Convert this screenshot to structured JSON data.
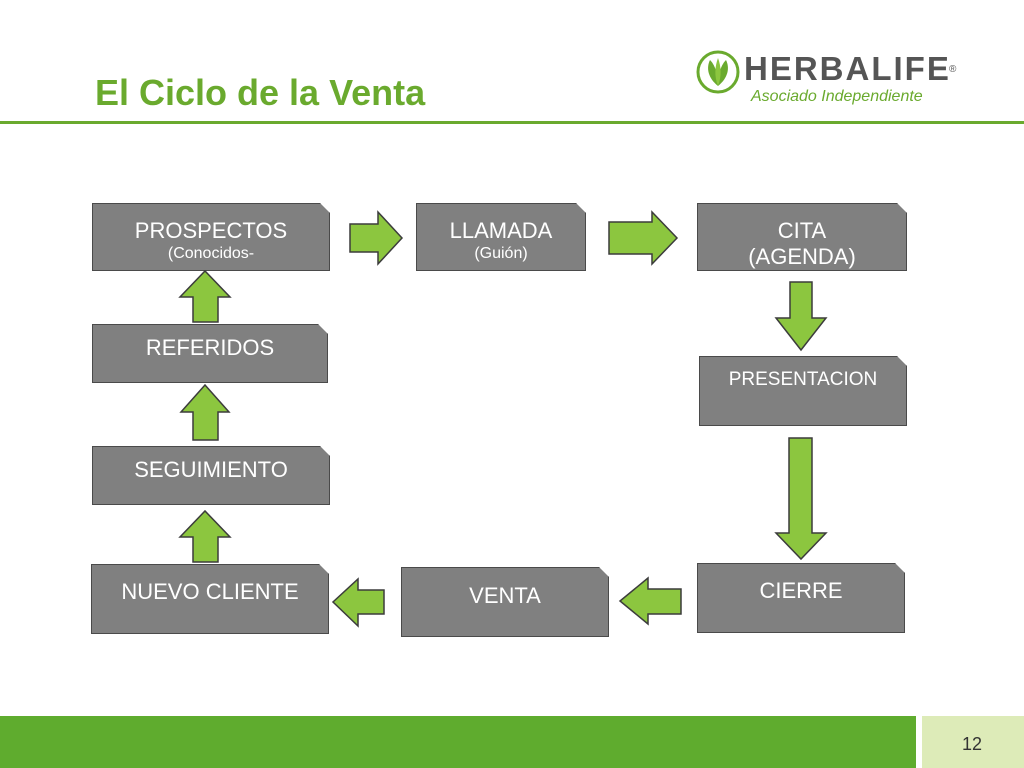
{
  "slide": {
    "title": "El Ciclo de la Venta",
    "page_number": "12"
  },
  "logo": {
    "wordmark": "HERBALIFE",
    "registered": "®",
    "tagline": "Asociado Independiente"
  },
  "nodes": {
    "prospectos": {
      "label": "PROSPECTOS",
      "sublabel": "(Conocidos-"
    },
    "llamada": {
      "label": "LLAMADA",
      "sublabel": "(Guión)"
    },
    "cita": {
      "label": "CITA",
      "sublabel": "(AGENDA)"
    },
    "presentacion": {
      "label": "PRESENTACION"
    },
    "cierre": {
      "label": "CIERRE"
    },
    "venta": {
      "label": "VENTA"
    },
    "nuevo_cliente": {
      "label": "NUEVO CLIENTE"
    },
    "seguimiento": {
      "label": "SEGUIMIENTO"
    },
    "referidos": {
      "label": "REFERIDOS"
    }
  },
  "edges": [
    {
      "from": "PROSPECTOS",
      "to": "LLAMADA"
    },
    {
      "from": "LLAMADA",
      "to": "CITA"
    },
    {
      "from": "CITA",
      "to": "PRESENTACION"
    },
    {
      "from": "PRESENTACION",
      "to": "CIERRE"
    },
    {
      "from": "CIERRE",
      "to": "VENTA"
    },
    {
      "from": "VENTA",
      "to": "NUEVO CLIENTE"
    },
    {
      "from": "NUEVO CLIENTE",
      "to": "SEGUIMIENTO"
    },
    {
      "from": "SEGUIMIENTO",
      "to": "REFERIDOS"
    },
    {
      "from": "REFERIDOS",
      "to": "PROSPECTOS"
    }
  ],
  "colors": {
    "accent": "#6aaa2e",
    "arrow_fill": "#8cc63f",
    "box_fill": "#808080",
    "footer": "#5fac2e",
    "page_box": "#ddebb8"
  }
}
